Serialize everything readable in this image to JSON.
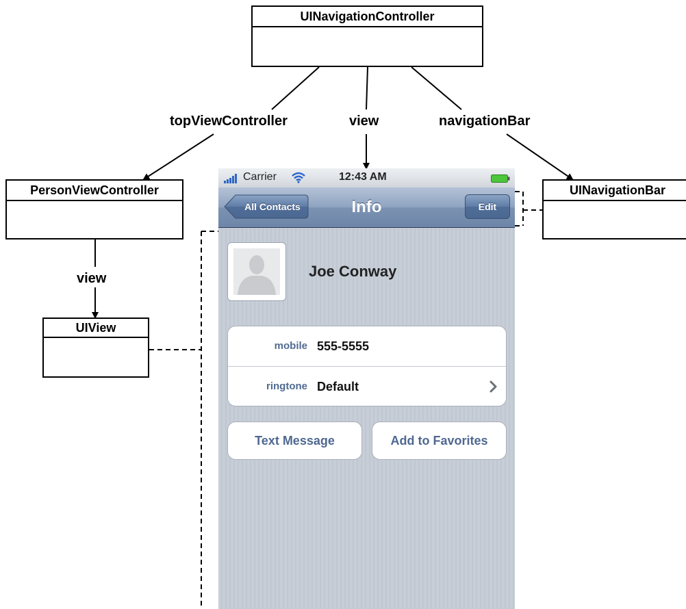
{
  "diagram": {
    "nodes": {
      "navigation_controller": "UINavigationController",
      "person_view_controller": "PersonViewController",
      "ui_view": "UIView",
      "navigation_bar_class": "UINavigationBar"
    },
    "edges": {
      "top_view_controller": "topViewController",
      "view": "view",
      "navigation_bar": "navigationBar",
      "person_view": "view"
    }
  },
  "phone": {
    "status_bar": {
      "carrier": "Carrier",
      "time": "12:43 AM"
    },
    "nav_bar": {
      "back_label": "All Contacts",
      "title": "Info",
      "edit_label": "Edit"
    },
    "contact": {
      "name": "Joe Conway",
      "fields": [
        {
          "label": "mobile",
          "value": "555-5555"
        },
        {
          "label": "ringtone",
          "value": "Default"
        }
      ]
    },
    "actions": {
      "text_message": "Text Message",
      "add_favorites": "Add to Favorites"
    }
  },
  "colors": {
    "nav_bar": "#7b92b2",
    "field_label": "#506a91",
    "action_text": "#4f6890",
    "battery": "#4cc63a"
  },
  "icons": [
    "signal-icon",
    "wifi-icon",
    "battery-icon",
    "back-arrow-icon",
    "person-silhouette-icon",
    "chevron-right-icon"
  ]
}
